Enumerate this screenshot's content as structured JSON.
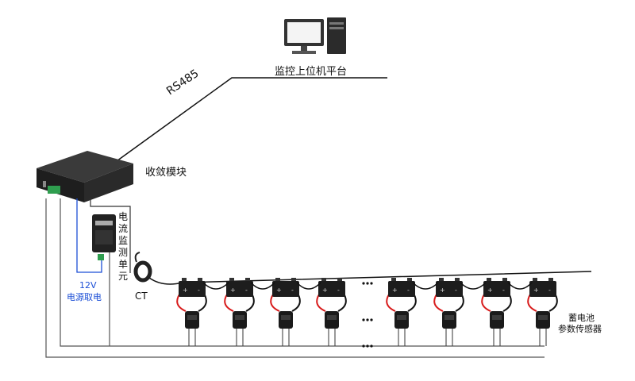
{
  "labels": {
    "platform": "监控上位机平台",
    "rs485": "RS485",
    "hub": "收敛模块",
    "current_unit_chars": [
      "电",
      "流",
      "监",
      "测",
      "单",
      "元"
    ],
    "ct": "CT",
    "power_12v": "12V",
    "power_take": "电源取电",
    "battery_sensor_line1": "蓄电池",
    "battery_sensor_line2": "参数传感器",
    "ellipsis": "· · ·"
  },
  "battery_count": 8,
  "colors": {
    "wire_black": "#111111",
    "wire_gray": "#555555",
    "wire_red": "#d81b1b",
    "wire_blue": "#1c4fd6",
    "device_dark": "#222222"
  },
  "icons": [
    "computer-icon",
    "hub-module-icon",
    "current-unit-icon",
    "ct-sensor-icon",
    "battery-icon",
    "battery-sensor-icon"
  ]
}
